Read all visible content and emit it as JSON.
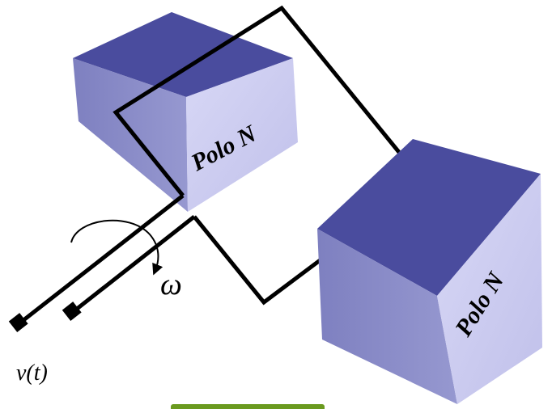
{
  "diagram": {
    "poles": [
      {
        "label": "Polo N"
      },
      {
        "label": "Polo N"
      }
    ],
    "angular_velocity_label": "ω",
    "voltage_label": "v(t)",
    "colors": {
      "pole_top": "#4a4c9e",
      "pole_left": "#8a8cc6",
      "pole_front": "#ccccf2",
      "coil": "#000000",
      "bottom_bar": "#6a9a1f"
    }
  }
}
